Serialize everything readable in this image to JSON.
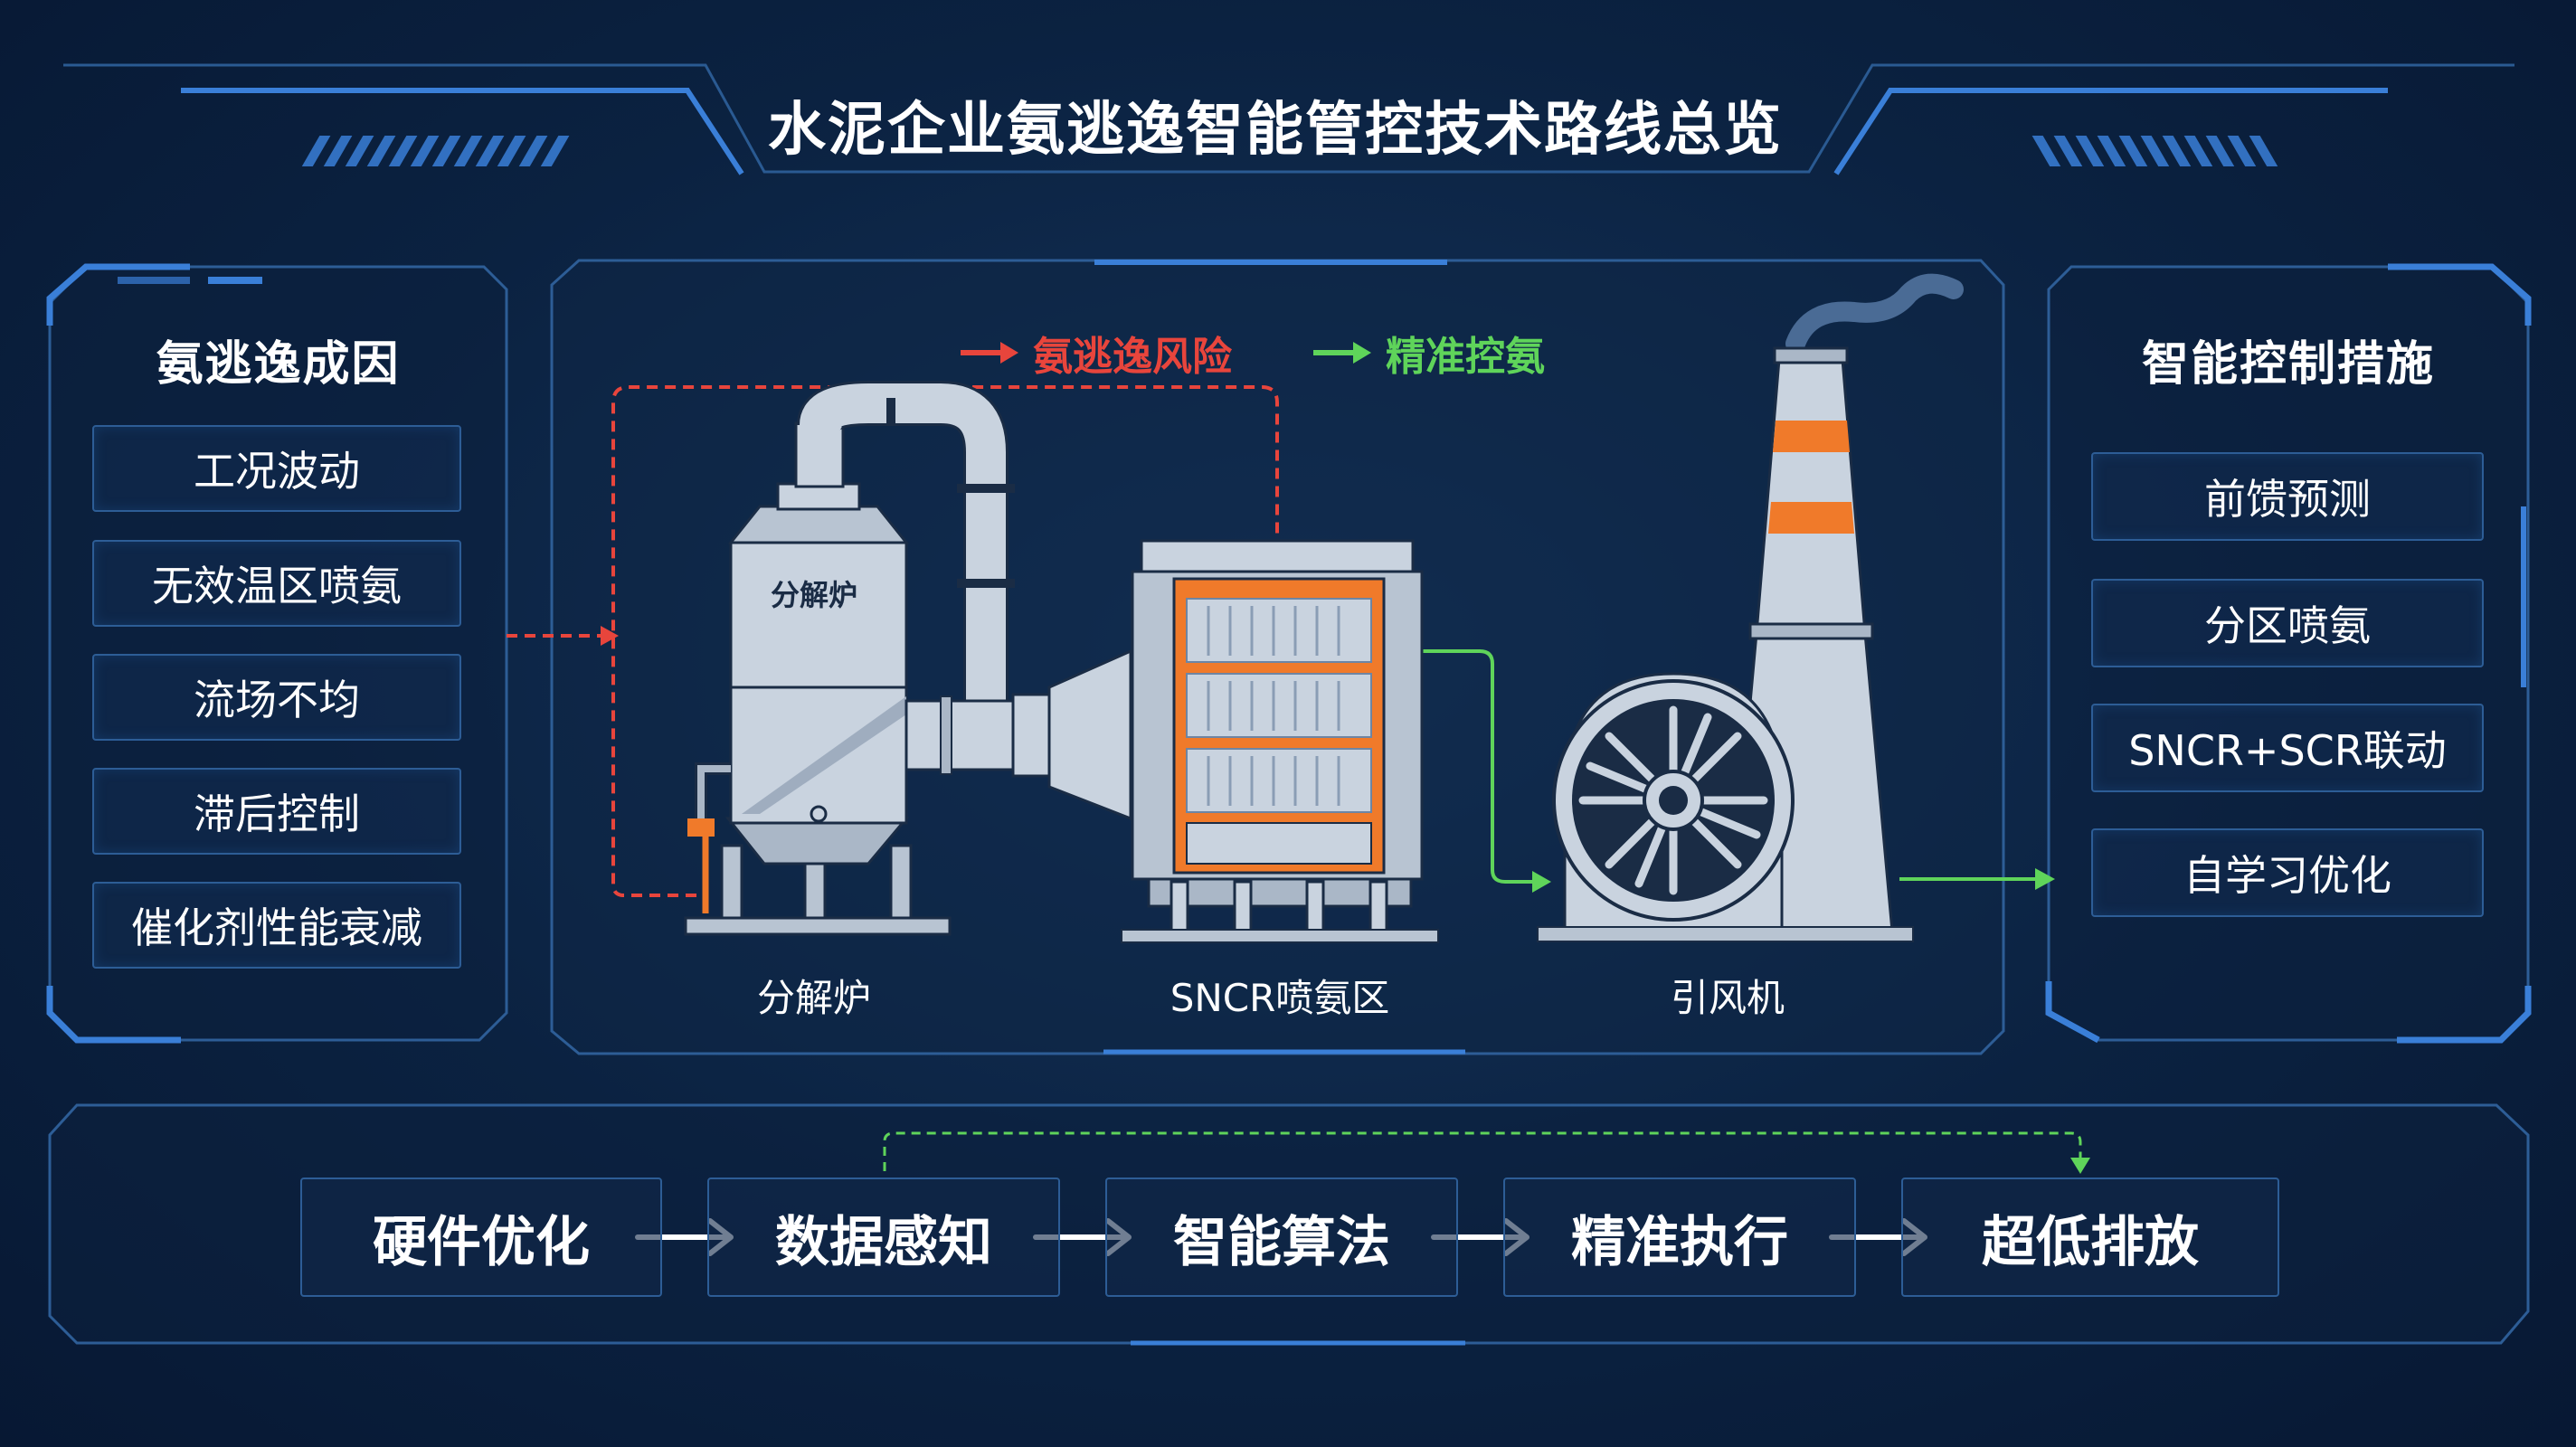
{
  "title": "水泥企业氨逃逸智能管控技术路线总览",
  "left_panel": {
    "title": "氨逃逸成因",
    "items": [
      "工况波动",
      "无效温区喷氨",
      "流场不均",
      "滞后控制",
      "催化剂性能衰减"
    ]
  },
  "legend": {
    "risk": "氨逃逸风险",
    "control": "精准控氨",
    "risk_color": "#e8453c",
    "control_color": "#5fd45a"
  },
  "equipment": {
    "furnace_inner": "分解炉",
    "furnace": "分解炉",
    "sncr": "SNCR喷氨区",
    "fan": "引风机"
  },
  "right_panel": {
    "title": "智能控制措施",
    "items": [
      "前馈预测",
      "分区喷氨",
      "SNCR+SCR联动",
      "自学习优化"
    ]
  },
  "roadmap": {
    "steps": [
      "硬件优化",
      "数据感知",
      "智能算法",
      "精准执行",
      "超低排放"
    ]
  },
  "colors": {
    "background": "#0b2241",
    "panel_border": "#2d5d96",
    "accent_blue": "#3a7fd8",
    "equipment_fill": "#c9d3df",
    "orange": "#f07a2a"
  }
}
